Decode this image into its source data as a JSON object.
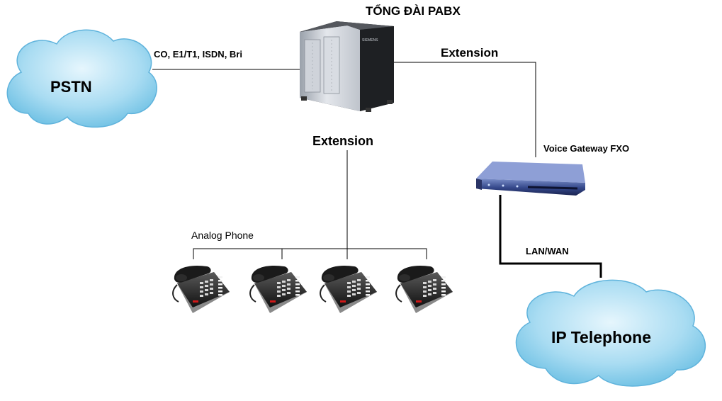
{
  "diagram": {
    "title": "TỔNG ĐÀI PABX",
    "pstn_label": "PSTN",
    "trunk_label": "CO, E1/T1, ISDN, Bri",
    "extension_right_label": "Extension",
    "extension_down_label": "Extension",
    "gateway_label": "Voice Gateway FXO",
    "analog_label": "Analog Phone",
    "lan_label": "LAN/WAN",
    "ip_label": "IP Telephone",
    "pabx_brand": "SIEMENS",
    "phone_count": 4
  }
}
